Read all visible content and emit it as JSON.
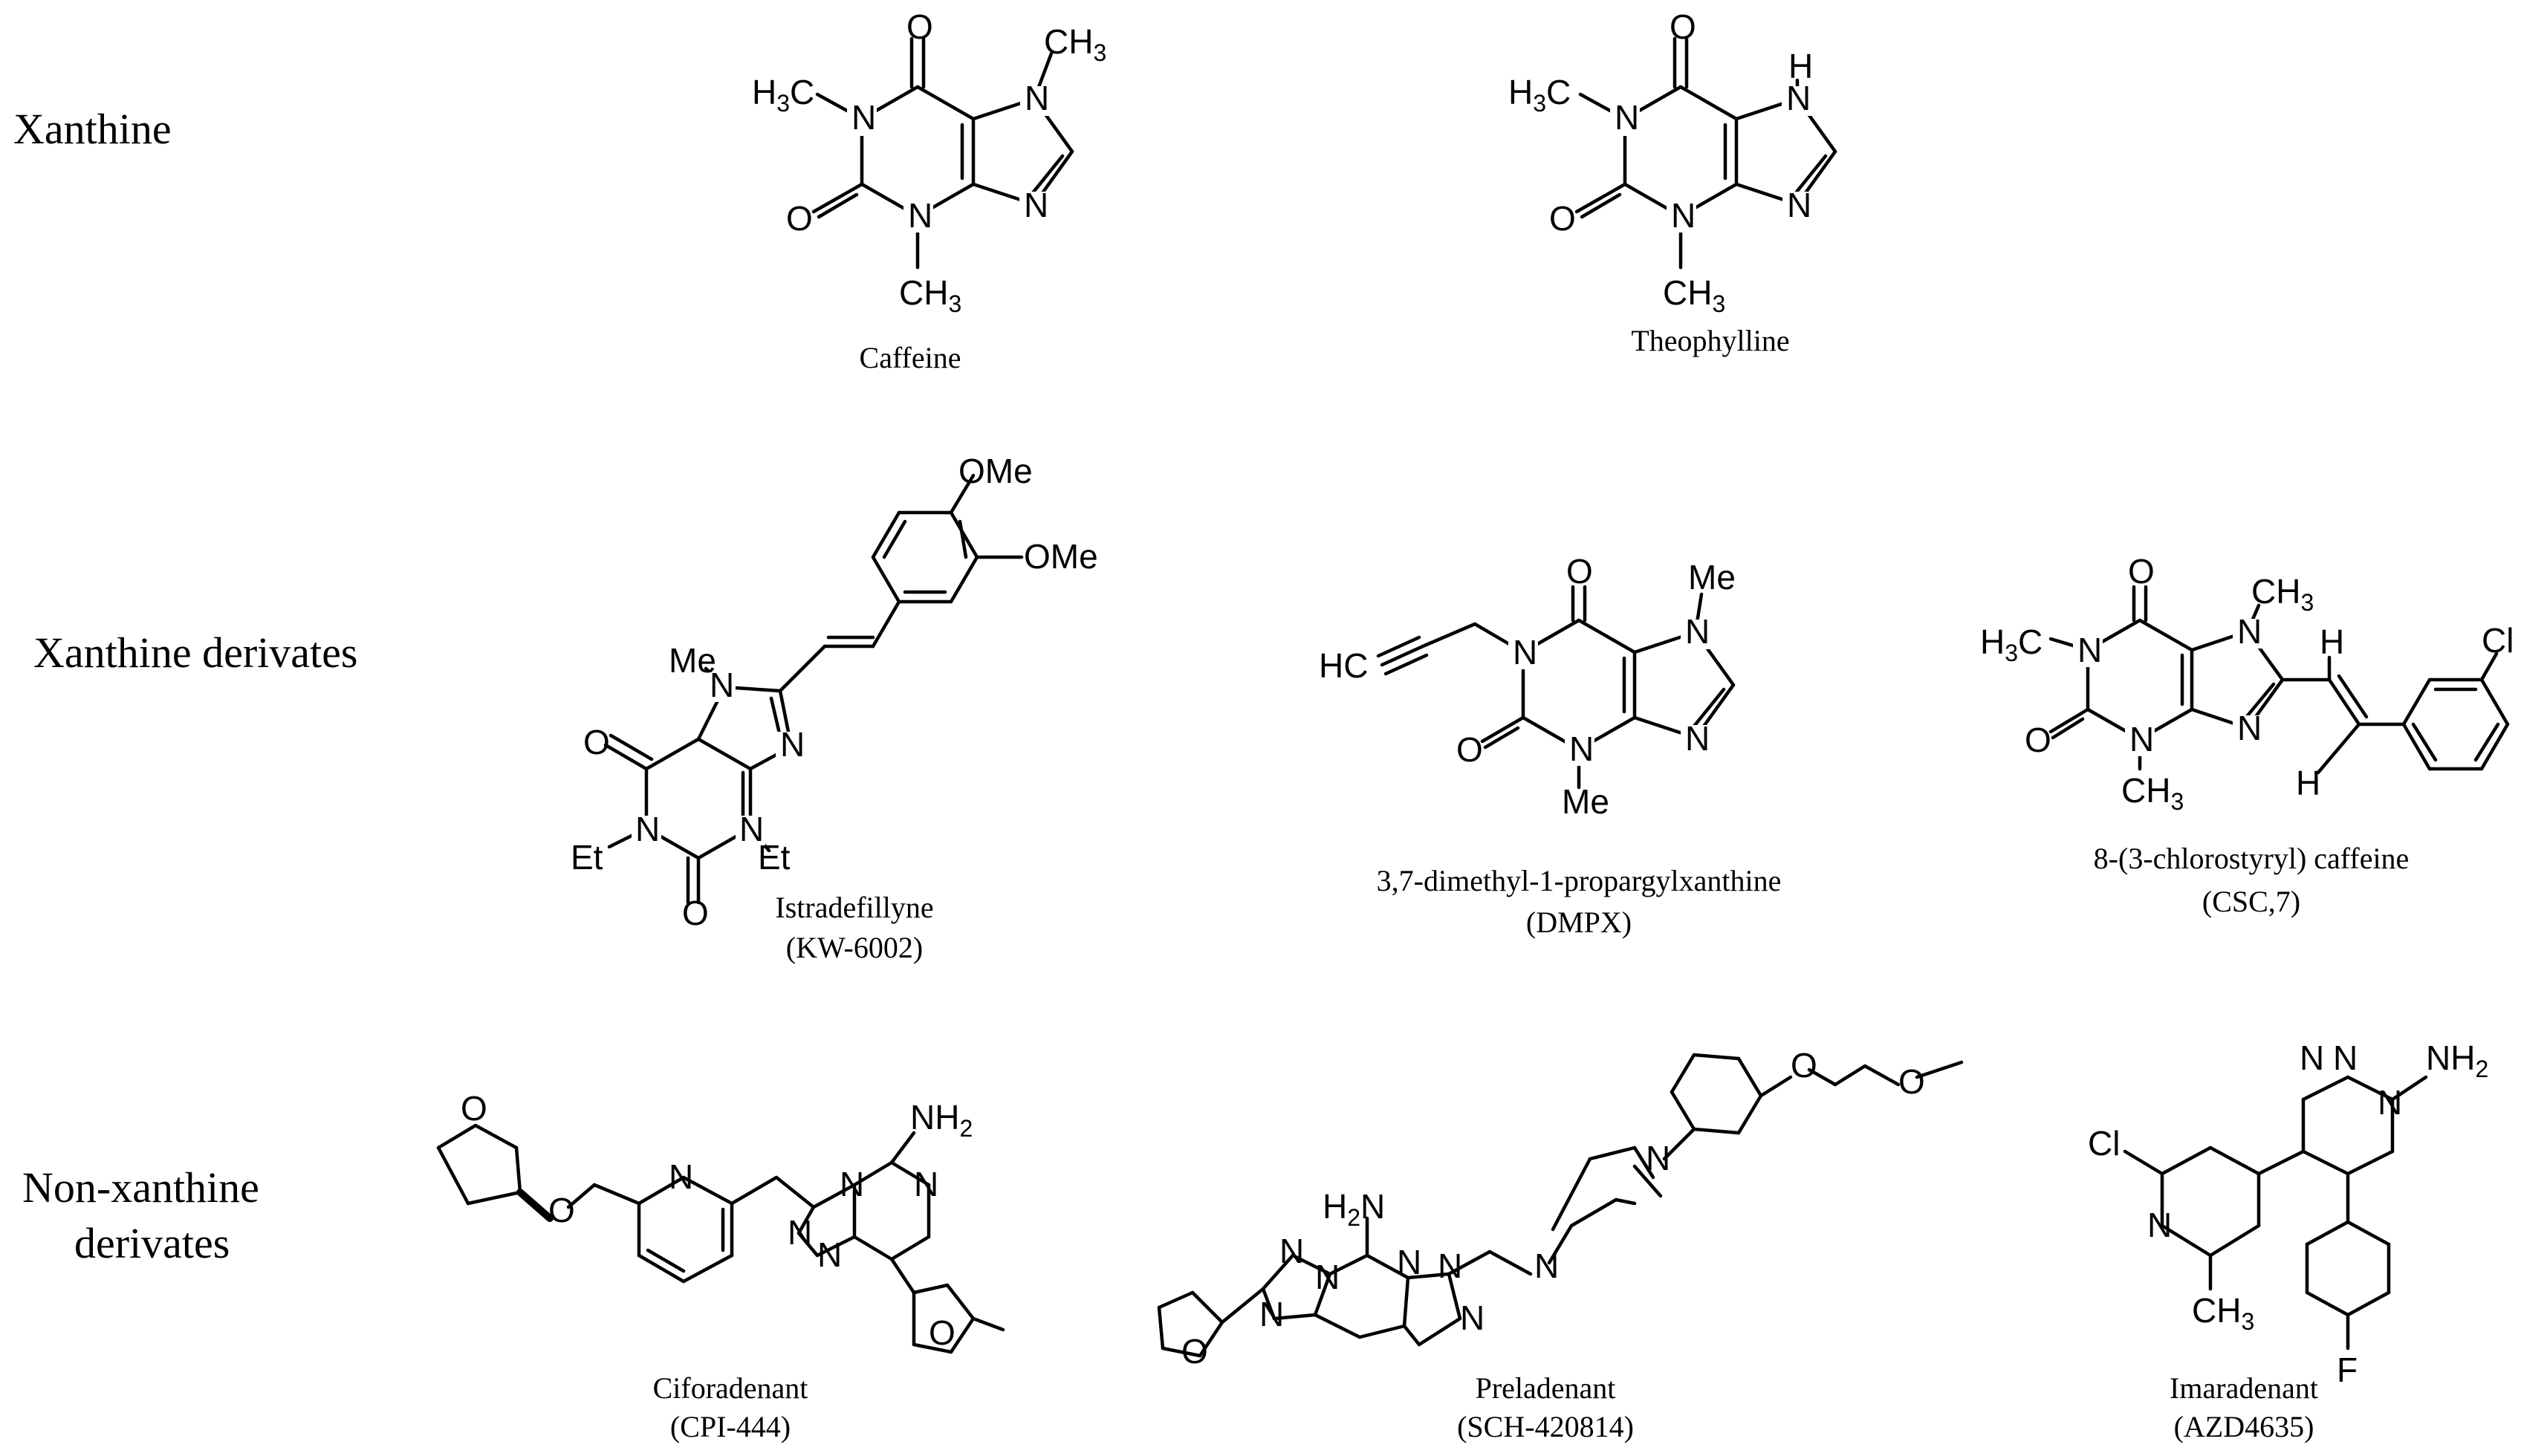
{
  "rows": [
    {
      "label": "Xanthine"
    },
    {
      "label": "Xanthine derivates"
    },
    {
      "label_line1": "Non-xanthine",
      "label_line2": "derivates"
    }
  ],
  "molecules": {
    "caffeine": {
      "name": "Caffeine"
    },
    "theophylline": {
      "name": "Theophylline"
    },
    "istradefylline": {
      "name": "Istradefillyne",
      "code": "(KW-6002)"
    },
    "dmpx": {
      "name": "3,7-dimethyl-1-propargylxanthine",
      "code": "(DMPX)"
    },
    "csc": {
      "name": "8-(3-chlorostyryl)  caffeine",
      "code": "(CSC,7)"
    },
    "ciforadenant": {
      "name": "Ciforadenant",
      "code": "(CPI-444)"
    },
    "preladenant": {
      "name": "Preladenant",
      "code": "(SCH-420814)"
    },
    "imaradenant": {
      "name": "Imaradenant",
      "code": "(AZD4635)"
    }
  },
  "atom_labels": {
    "O": "O",
    "N": "N",
    "NH": "NH",
    "H": "H",
    "Cl": "Cl",
    "F": "F",
    "CH": "CH",
    "HC": "HC",
    "Me": "Me",
    "Et": "Et",
    "OMe": "OMe",
    "NH2_base": "NH",
    "three": "3",
    "two": "2",
    "H3C_H": "H",
    "H2N_H": "H",
    "H2N_N": "N"
  }
}
